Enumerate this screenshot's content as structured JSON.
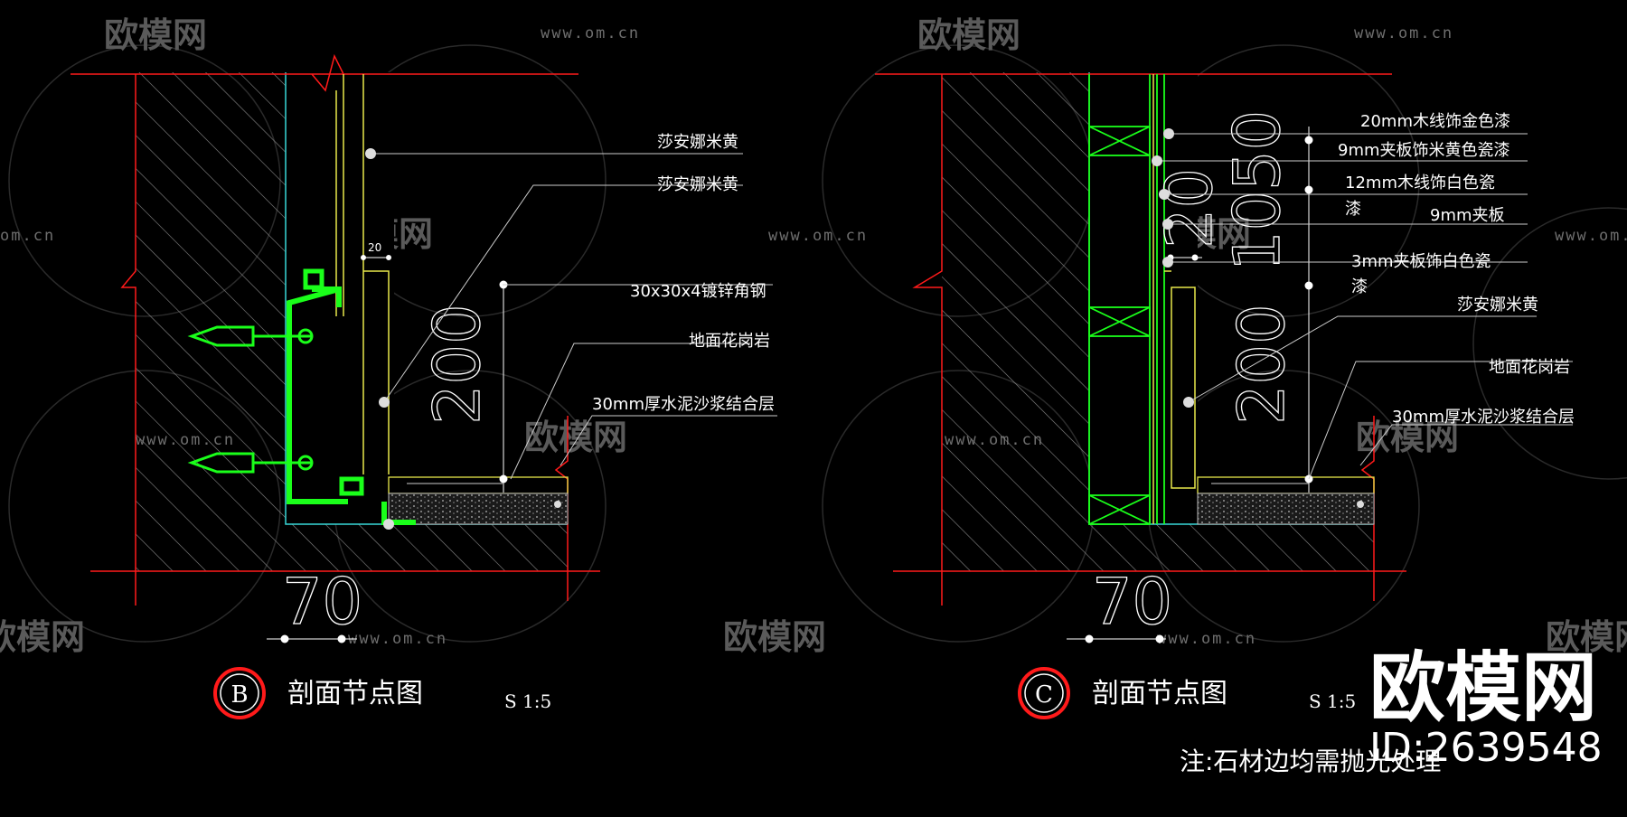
{
  "watermark": {
    "brand": "欧模网",
    "url": "www.om.cn",
    "url_short": "om.cn",
    "big_brand": "欧模网",
    "id_text": "ID:2639548"
  },
  "detail_b": {
    "marker": "B",
    "title": "剖面节点图",
    "scale": "S 1:5",
    "labels": [
      "莎安娜米黄",
      "莎安娜米黄",
      "30x30x4镀锌角钢",
      "地面花岗岩",
      "30mm厚水泥沙浆结合层"
    ],
    "dim_height": "200",
    "dim_base": "70",
    "dim_small": "20"
  },
  "detail_c": {
    "marker": "C",
    "title": "剖面节点图",
    "scale": "S 1:5",
    "labels": [
      "20mm木线饰金色漆",
      "9mm夹板饰米黄色瓷漆",
      "12mm木线饰白色瓷",
      "漆",
      "9mm夹板",
      "3mm夹板饰白色瓷",
      "漆",
      "莎安娜米黄",
      "地面花岗岩",
      "30mm厚水泥沙浆结合层"
    ],
    "dim_height": "200",
    "dim_top": "1050",
    "dim_mid": "20",
    "dim_base": "70"
  },
  "note": "注:石材边均需抛光处理",
  "colors": {
    "background": "#000000",
    "red": "#ff1a1a",
    "green": "#1aff1a",
    "yellow": "#e8e84a",
    "cyan": "#38d8d8",
    "white": "#ffffff"
  }
}
